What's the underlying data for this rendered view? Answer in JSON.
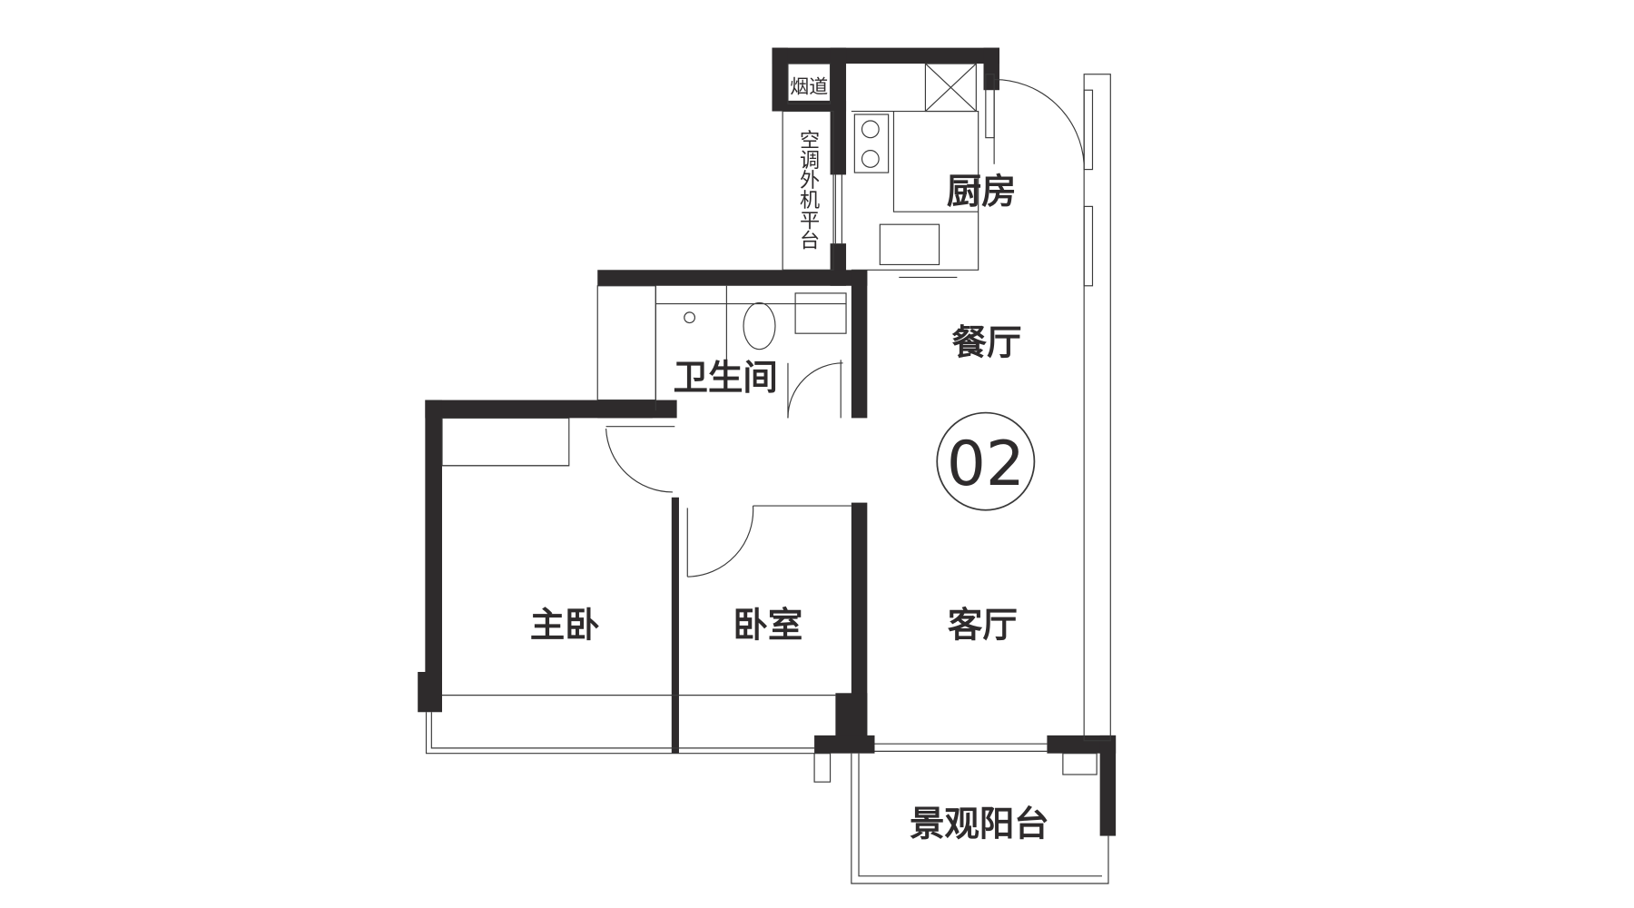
{
  "plan": {
    "unit_number": "02",
    "rooms": {
      "chimney": "烟道",
      "ac_platform": "空调外机平台",
      "kitchen": "厨房",
      "dining": "餐厅",
      "bathroom": "卫生间",
      "master_bedroom": "主卧",
      "bedroom": "卧室",
      "living_room": "客厅",
      "balcony": "景观阳台"
    },
    "colors": {
      "wall": "#2e2b2c",
      "line": "#3a3a3a"
    }
  }
}
